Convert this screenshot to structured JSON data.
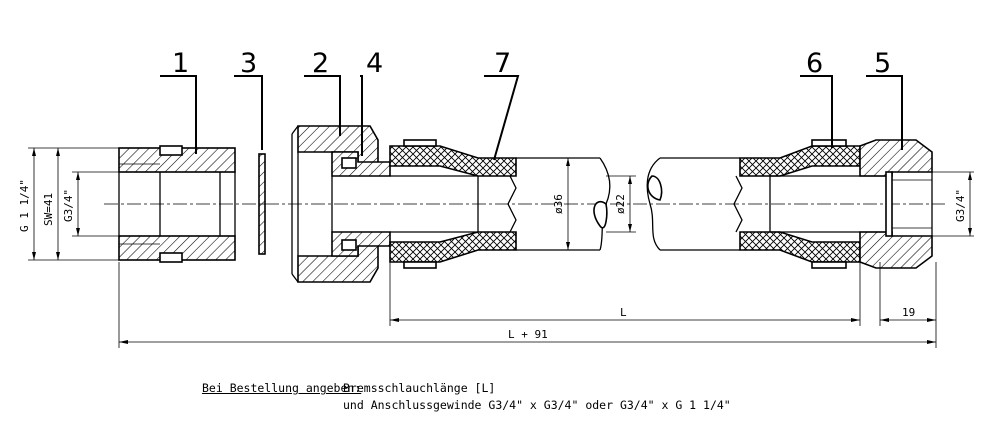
{
  "part_numbers": {
    "p1": "1",
    "p2": "2",
    "p3": "3",
    "p4": "4",
    "p5": "5",
    "p6": "6",
    "p7": "7"
  },
  "dimensions": {
    "thread_outer": "G 1 1/4\"",
    "wrench_size": "SW=41",
    "thread_left": "G3/4\"",
    "hose_outer": "ø36",
    "hose_inner": "ø22",
    "thread_right": "G3/4\"",
    "length": "L",
    "overall_length": "L + 91",
    "end_length": "19"
  },
  "notes": {
    "label": "Bei Bestellung angeben:",
    "line1": "Bremsschlauchlänge [L]",
    "line2": "und Anschlussgewinde G3/4\" x G3/4\" oder G3/4\" x G 1 1/4\""
  }
}
